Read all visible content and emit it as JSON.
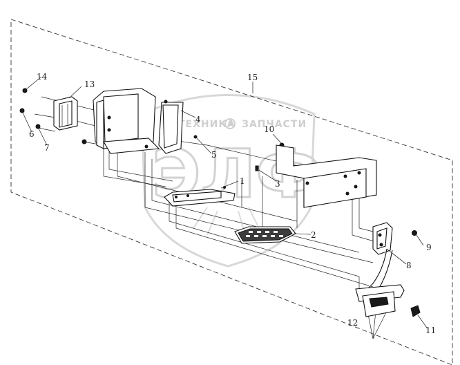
{
  "watermark": {
    "left_text": "ТЕХНИКА",
    "right_text": "ЗАПЧАСТИ",
    "big_letters": "ЭЛФ"
  },
  "callouts": [
    {
      "id": "c1",
      "label": "1"
    },
    {
      "id": "c2",
      "label": "2"
    },
    {
      "id": "c3",
      "label": "3"
    },
    {
      "id": "c4",
      "label": "4"
    },
    {
      "id": "c5",
      "label": "5"
    },
    {
      "id": "c6",
      "label": "6"
    },
    {
      "id": "c7",
      "label": "7"
    },
    {
      "id": "c8",
      "label": "8"
    },
    {
      "id": "c9",
      "label": "9"
    },
    {
      "id": "c10",
      "label": "10"
    },
    {
      "id": "c11",
      "label": "11"
    },
    {
      "id": "c12",
      "label": "12"
    },
    {
      "id": "c13",
      "label": "13"
    },
    {
      "id": "c14",
      "label": "14"
    },
    {
      "id": "c15",
      "label": "15"
    }
  ]
}
